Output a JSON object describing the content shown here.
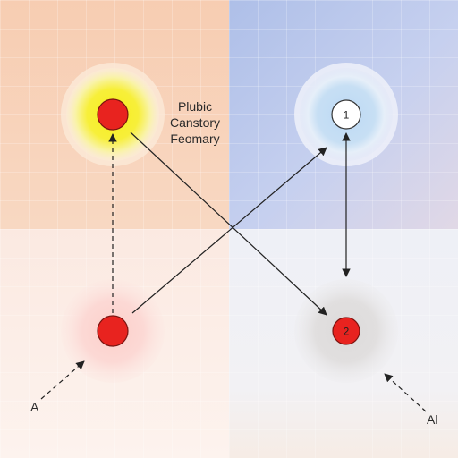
{
  "caption": {
    "line1": "Plubic",
    "line2": "Canstory",
    "line3": "Feomary"
  },
  "corner_labels": {
    "left": "A",
    "right": "Al"
  },
  "nodes": {
    "node_1_label": "1",
    "node_2_label": "2"
  },
  "colors": {
    "accent_red": "#e8231f",
    "halo_yellow": "#f7ef2a",
    "halo_blue": "#bcd8f2",
    "halo_gray": "#e0dede",
    "halo_pink": "#fbd5d1",
    "arrow": "#222222"
  }
}
